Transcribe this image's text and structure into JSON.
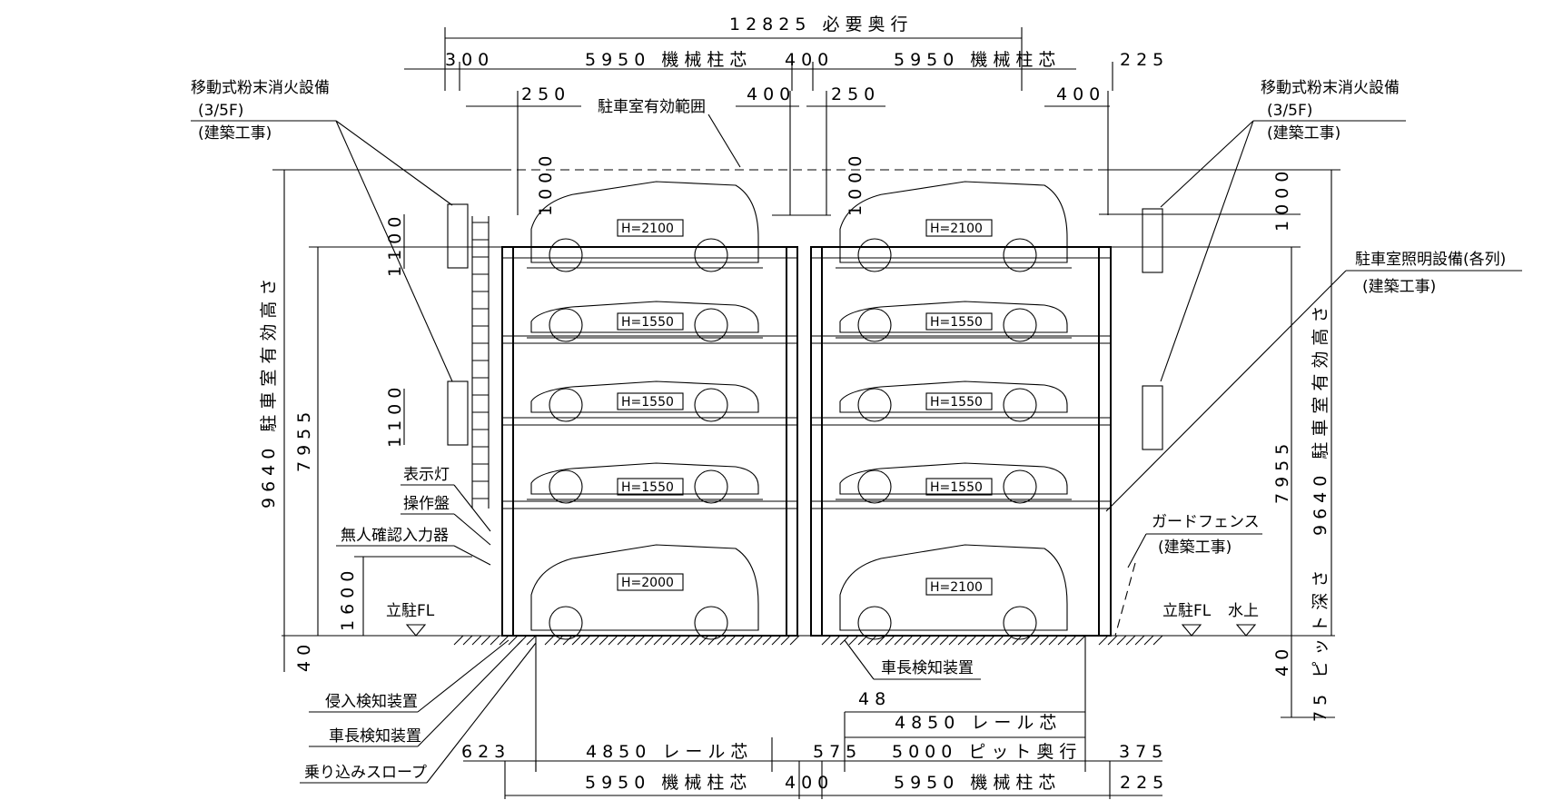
{
  "dimensions": {
    "required_depth": "12825 必要奥行",
    "top_left_margin": "300",
    "top_col1": "5950 機械柱芯",
    "top_mid": "400",
    "top_col2": "5950 機械柱芯",
    "top_right_margin": "225",
    "sub_250_left": "250",
    "sub_400_left": "400",
    "sub_250_right": "250",
    "sub_400_right": "400",
    "clear_1000_left": "1000",
    "clear_1000_mid": "1000",
    "clear_1000_right": "1000",
    "h1100_upper": "1100",
    "h1100_lower": "1100",
    "h1600": "1600",
    "h7955_left": "7955",
    "h7955_right": "7955",
    "h9640_left": "9640 駐車室有効高さ",
    "h9640_right": "9640 駐車室有効高さ",
    "h40_left": "40",
    "h40_right": "40",
    "h75_pit": "75 ピット深さ",
    "d48": "48",
    "rail_center_right": "4850 レール芯",
    "bot_623": "623",
    "rail_center_left": "4850 レール芯",
    "bot_575": "575",
    "pit_depth": "5000 ピット奥行",
    "bot_375": "375",
    "bot_col1": "5950 機械柱芯",
    "bot_400": "400",
    "bot_col2": "5950 機械柱芯",
    "bot_225": "225"
  },
  "labels": {
    "extinguisher_left_1": "移動式粉末消火設備",
    "extinguisher_left_2": "(3/5F)",
    "extinguisher_left_3": "(建築工事)",
    "extinguisher_right_1": "移動式粉末消火設備",
    "extinguisher_right_2": "(3/5F)",
    "extinguisher_right_3": "(建築工事)",
    "effective_range": "駐車室有効範囲",
    "lighting_1": "駐車室照明設備(各列)",
    "lighting_2": "(建築工事)",
    "indicator_light": "表示灯",
    "control_panel": "操作盤",
    "unmanned_input": "無人確認入力器",
    "floor_fl_left": "立駐FL",
    "floor_fl_right": "立駐FL",
    "water_level": "水上",
    "guard_fence_1": "ガードフェンス",
    "guard_fence_2": "(建築工事)",
    "car_length_sensor_right": "車長検知装置",
    "intrusion_sensor": "侵入検知装置",
    "car_length_sensor_left": "車長検知装置",
    "boarding_slope": "乗り込みスロープ"
  },
  "height_tags": {
    "left": [
      "H=2100",
      "H=1550",
      "H=1550",
      "H=1550",
      "H=2000"
    ],
    "right": [
      "H=2100",
      "H=1550",
      "H=1550",
      "H=1550",
      "H=2100"
    ]
  }
}
